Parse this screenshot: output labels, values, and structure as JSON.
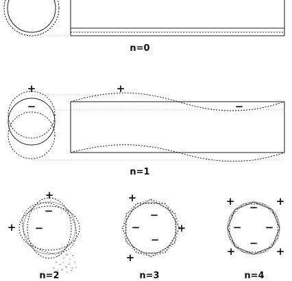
{
  "labels": {
    "n0": "n=0",
    "n1": "n=1",
    "n2": "n=2",
    "n3": "n=3",
    "n4": "n=4"
  },
  "signs": {
    "plus": "+",
    "minus": "−"
  },
  "colors": {
    "stroke": "#1a1a1a",
    "guide": "#9a9a9a",
    "background": "#ffffff"
  }
}
